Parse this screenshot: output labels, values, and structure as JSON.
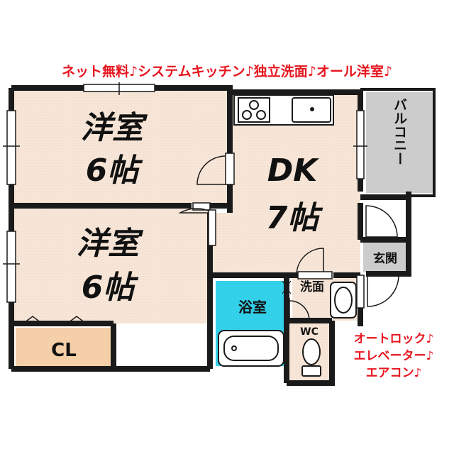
{
  "banner": "ネット無料♪システムキッチン♪独立洗面♪オール洋室♪",
  "rooms": {
    "western1": {
      "name": "洋室",
      "size": "6帖"
    },
    "western2": {
      "name": "洋室",
      "size": "6帖"
    },
    "dk": {
      "name": "DK",
      "size": "7帖"
    },
    "closet": "CL",
    "balcony": "バルコニー",
    "entrance": "玄関",
    "bath": "浴室",
    "washroom": "洗面",
    "toilet": "WC"
  },
  "amenities": [
    "オートロック♪",
    "エレベーター♪",
    "エアコン♪"
  ],
  "colors": {
    "accent_red": "#e8141e",
    "room_fill": "#f7e6d8",
    "closet_fill": "#f5cfa8",
    "bath_fill": "#33d0ea",
    "balcony_fill": "#cccccc",
    "wall": "#1a1a1a"
  }
}
